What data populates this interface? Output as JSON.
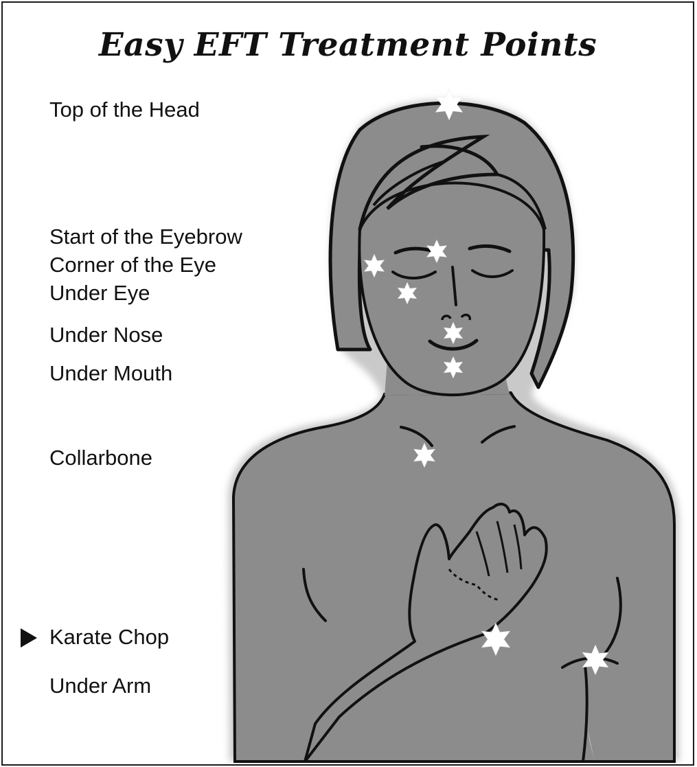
{
  "title": "Easy EFT Treatment Points",
  "labels": [
    "Top of the Head",
    "Start of the Eyebrow",
    "Corner of the Eye",
    "Under Eye",
    "Under Nose",
    "Under Mouth",
    "Collarbone",
    "Karate Chop",
    "Under Arm"
  ],
  "colors": {
    "figure_fill": "#8c8c8c",
    "outline": "#111111",
    "star": "#ffffff"
  },
  "icons": {
    "marker": "right-triangle-arrow",
    "point": "six-pointed-star"
  }
}
